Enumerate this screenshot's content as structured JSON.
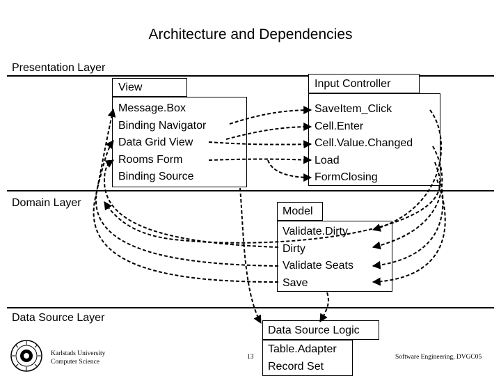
{
  "title": "Architecture and Dependencies",
  "layers": {
    "presentation": "Presentation Layer",
    "domain": "Domain Layer",
    "data_source": "Data Source Layer"
  },
  "view": {
    "header": "View",
    "items": [
      "Message.Box",
      "Binding Navigator",
      "Data Grid View",
      "Rooms Form",
      "Binding Source"
    ]
  },
  "input_controller": {
    "header": "Input Controller",
    "items": [
      "SaveItem_Click",
      "Cell.Enter",
      "Cell.Value.Changed",
      "Load",
      "FormClosing"
    ]
  },
  "model": {
    "header": "Model",
    "items": [
      "Validate.Dirty",
      "Dirty",
      "Validate Seats",
      "Save"
    ]
  },
  "data_source_logic": {
    "header": "Data Source Logic",
    "items": [
      "Table.Adapter",
      "Record Set"
    ]
  },
  "footer": {
    "institution_line1": "Karlstads University",
    "institution_line2": "Computer Science",
    "page_number": "13",
    "course": "Software Engineering, DVGC05"
  }
}
